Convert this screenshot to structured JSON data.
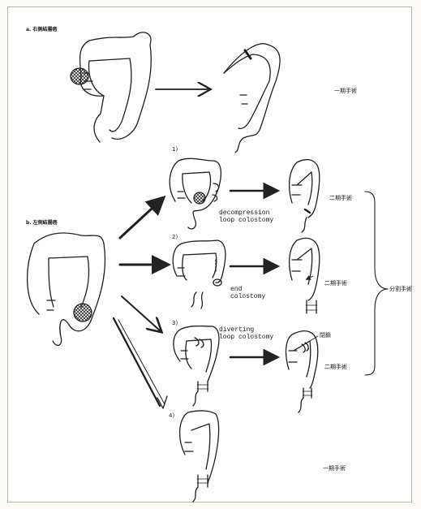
{
  "sections": {
    "a": {
      "label": "a. 右側結腸癌"
    },
    "b": {
      "label": "b. 左側結腸癌"
    }
  },
  "steps": [
    "1)",
    "2)",
    "3)",
    "4)"
  ],
  "annotations": {
    "decompression": "decompression\nloop colostomy",
    "end": "end\ncolostomy",
    "diverting": "diverting\nloop colostomy",
    "closure": "閉鎖"
  },
  "outcomes": {
    "a": "一期手術",
    "b1": "二期手術",
    "b2": "二期手術",
    "b3": "二期手術",
    "b4": "一期手術",
    "staged": "分割手術"
  }
}
